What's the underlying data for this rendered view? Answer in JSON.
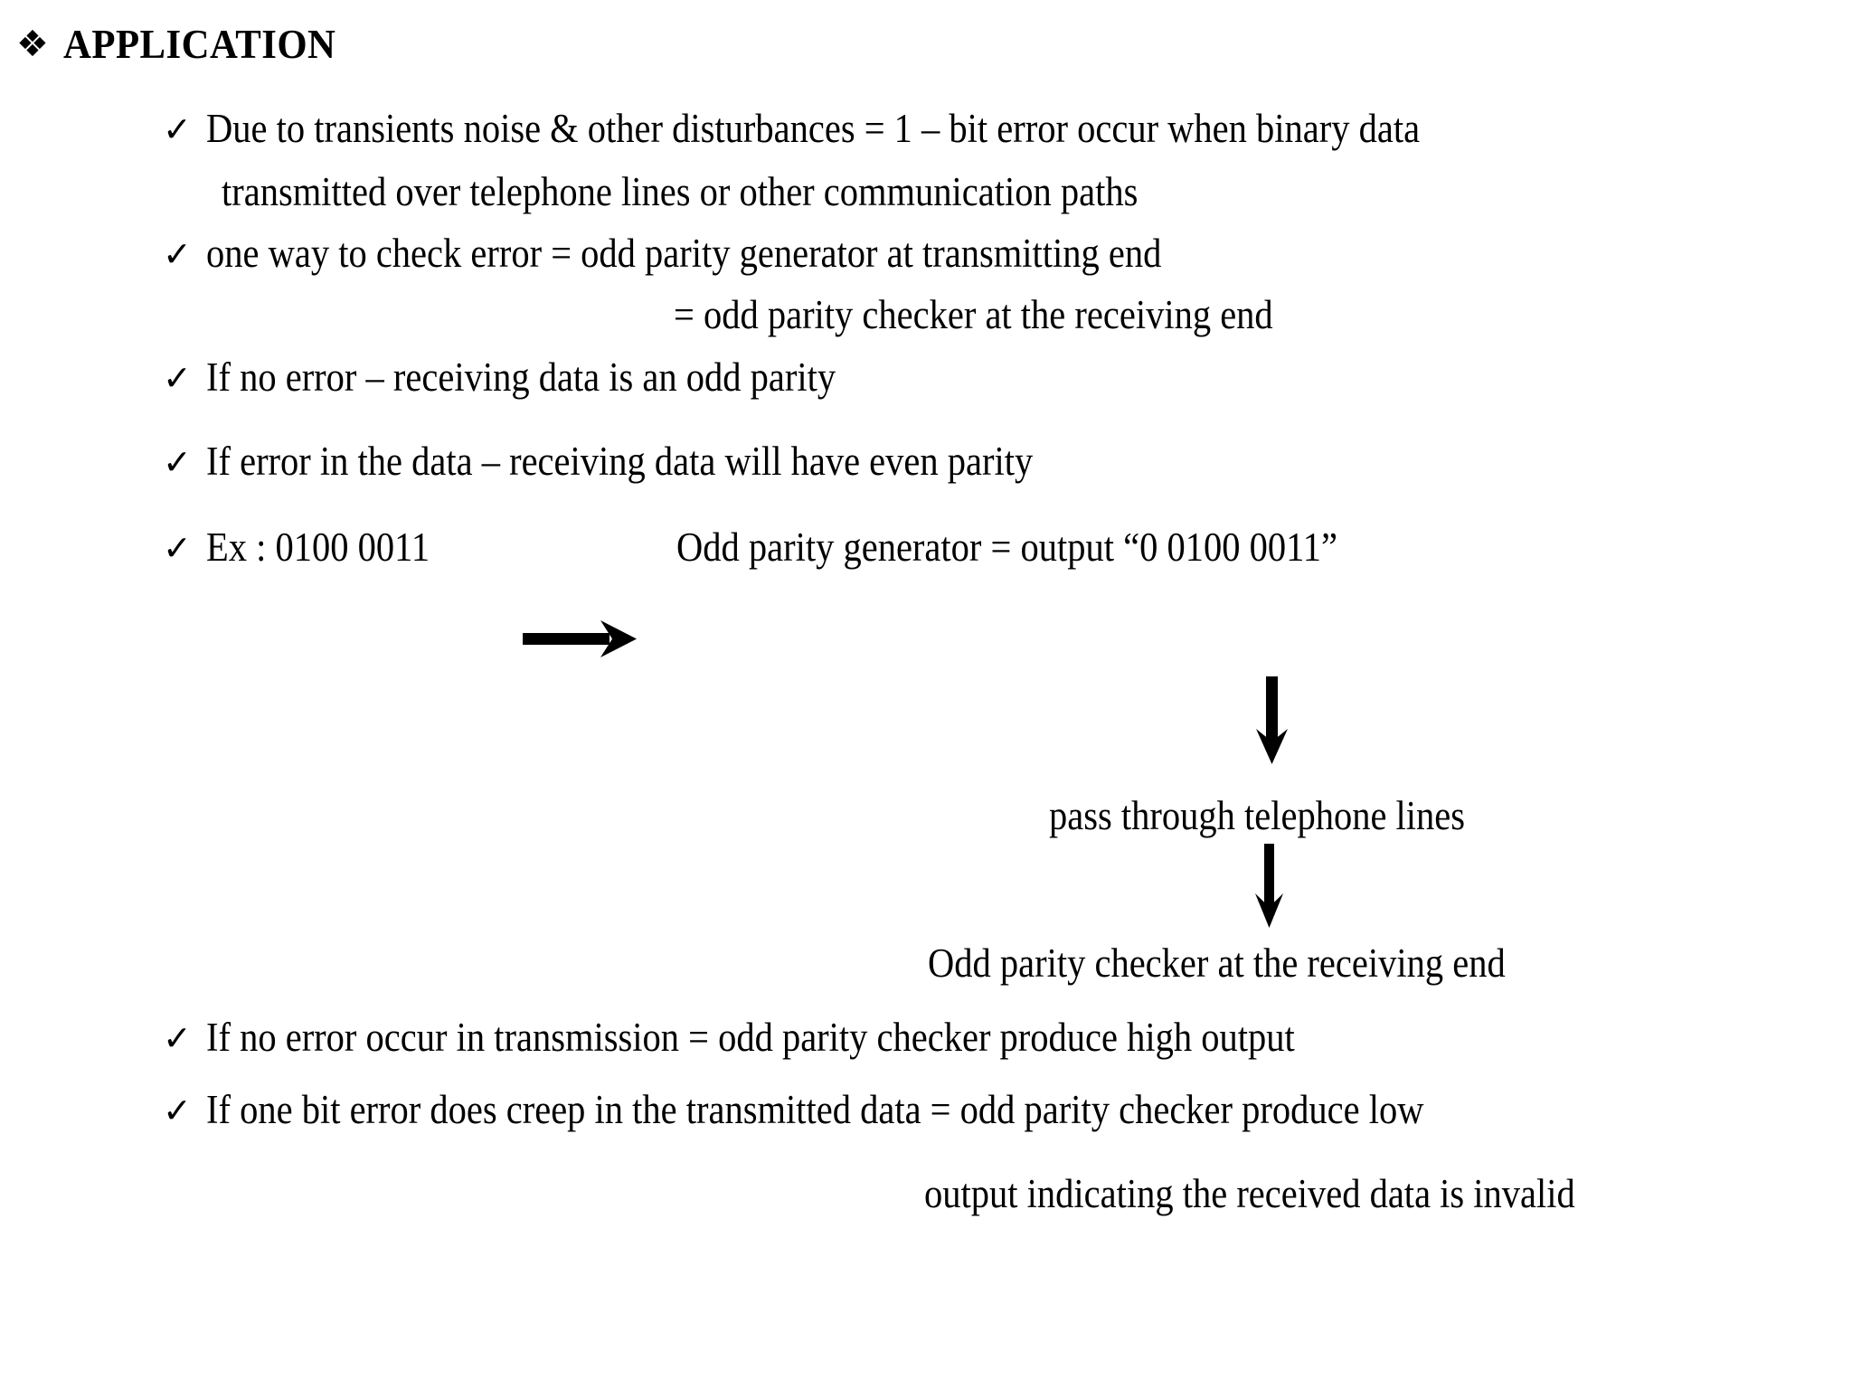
{
  "slide": {
    "title": {
      "bullet_glyph": "❖",
      "text": "APPLICATION"
    },
    "bullet_glyph": "✓",
    "bullets": [
      {
        "id": "transients-noise",
        "line1": "Due to transients noise & other disturbances = 1 – bit error occur when binary data",
        "line2": "transmitted over telephone lines or other communication paths"
      },
      {
        "id": "one-way-to-check",
        "line1": "one way to check  error  = odd parity generator at  transmitting end",
        "line2": "= odd parity checker at the receiving end"
      },
      {
        "id": "if-no-error",
        "line1": "If no error – receiving data  is an odd parity"
      },
      {
        "id": "if-error-in-data",
        "line1": "If error in the data – receiving data will have even parity"
      },
      {
        "id": "example",
        "line1": "Ex : 0100 0011",
        "line2": "Odd parity generator =  output “0 0100 0011”"
      },
      {
        "id": "if-no-error-occur",
        "line1": "If no error occur in transmission   = odd parity checker produce high output"
      },
      {
        "id": "if-one-bit-error",
        "line1": "If one bit error does creep in the transmitted data = odd parity checker produce low",
        "line2": "output indicating the received data is invalid"
      }
    ],
    "flow": {
      "step_pass_through": "pass through telephone lines",
      "step_checker": "Odd parity checker at the receiving end",
      "arrow_right_name": "right-arrow",
      "arrow_down_name": "down-arrow"
    },
    "colors": {
      "background": "#ffffff",
      "text": "#000000"
    }
  }
}
